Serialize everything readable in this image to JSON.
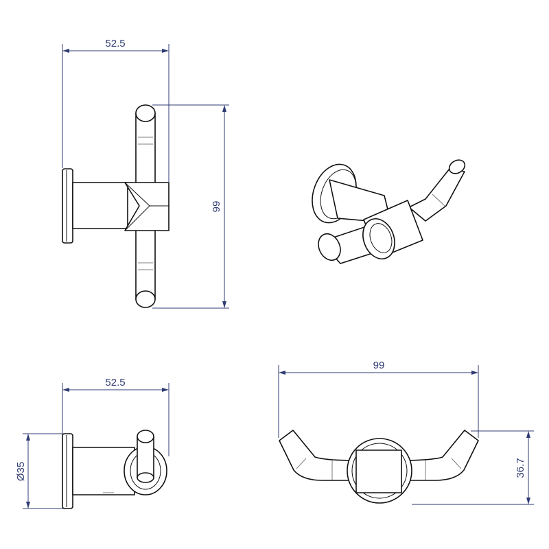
{
  "views": {
    "top_left": {
      "width_dimension": "52.5",
      "height_dimension": "99"
    },
    "bottom_left": {
      "width_dimension": "52.5",
      "diameter_dimension": "Ø35"
    },
    "bottom_right": {
      "width_dimension": "99",
      "depth_dimension": "36.7"
    }
  },
  "colors": {
    "dimension": "#2f3b73",
    "outline": "#111111",
    "background": "#ffffff"
  }
}
